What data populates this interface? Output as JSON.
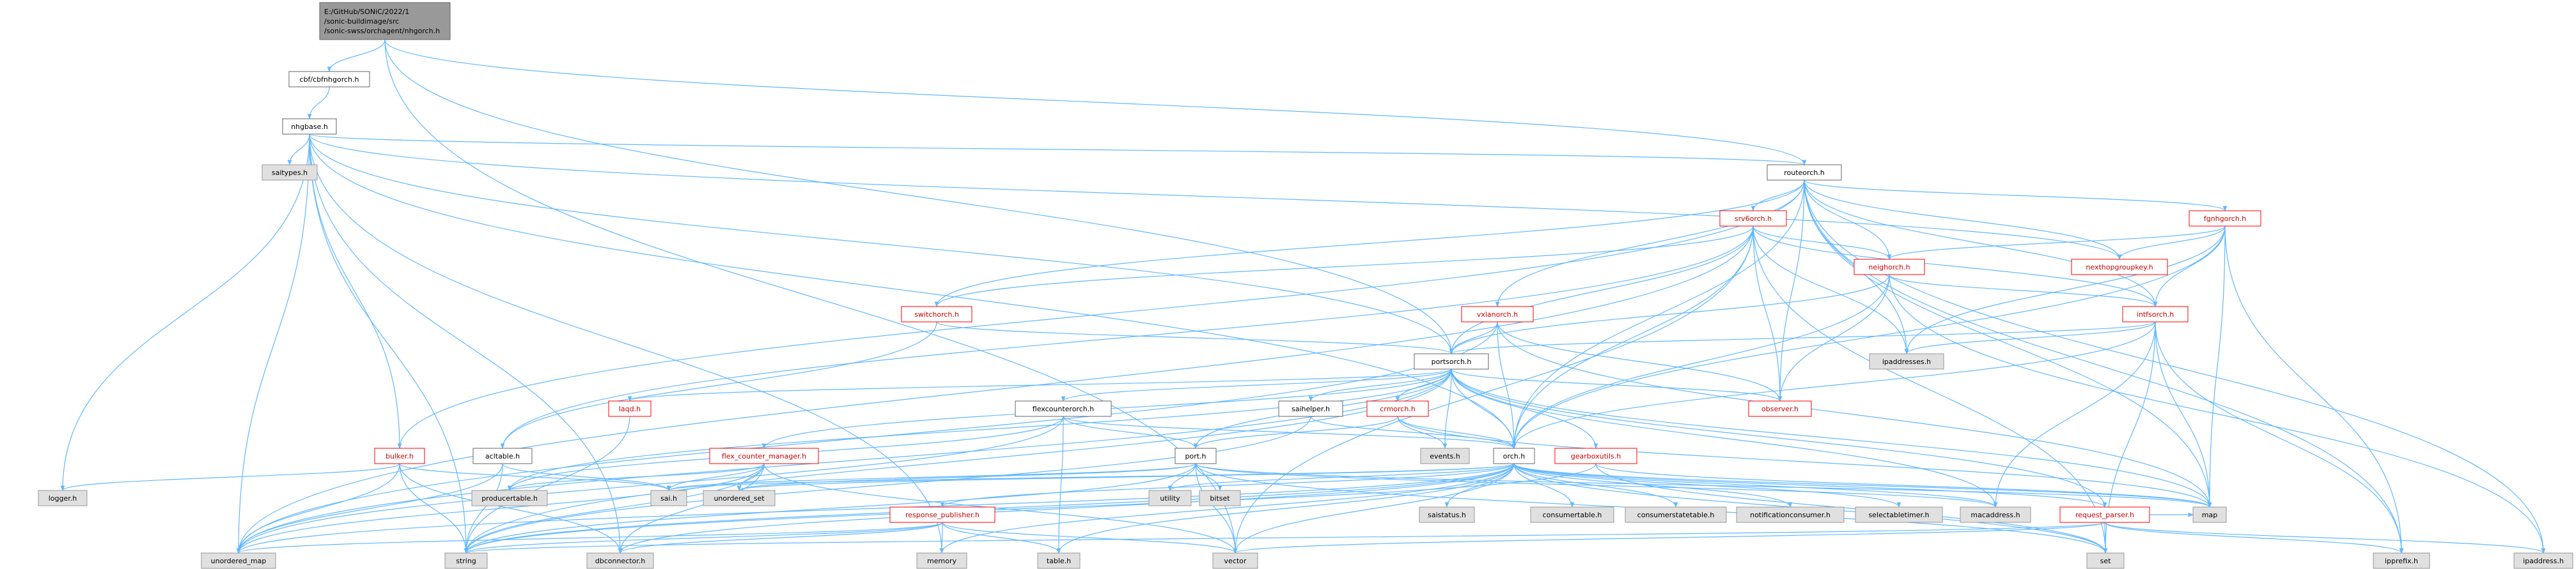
{
  "graph": {
    "root": [
      "E:/GitHub/SONiC/2022/1",
      "/sonic-buildimage/src",
      "/sonic-swss/orchagent/nhgorch.h"
    ],
    "nodes": {
      "cbf_cbfnhgorch": "cbf/cbfnhgorch.h",
      "nhgbase": "nhgbase.h",
      "saitypes": "saitypes.h",
      "logger": "logger.h",
      "unordered_map": "unordered_map",
      "string": "string",
      "dbconnector": "dbconnector.h",
      "memory": "memory",
      "table": "table.h",
      "vector": "vector",
      "set": "set",
      "routeorch": "routeorch.h",
      "srv6orch": "srv6orch.h",
      "fgnhgorch": "fgnhgorch.h",
      "nexthopgroupkey": "nexthopgroupkey.h",
      "neighorch": "neighorch.h",
      "intfsorch": "intfsorch.h",
      "ipaddresses": "ipaddresses.h",
      "switchorch": "switchorch.h",
      "vxlanorch": "vxlanorch.h",
      "portsorch": "portsorch.h",
      "observer": "observer.h",
      "laqd": "laqd.h",
      "acltable": "acltable.h",
      "bulker": "bulker.h",
      "flexcounterorch": "flexcounterorch.h",
      "saihelper": "saihelper.h",
      "crmorch": "crmorch.h",
      "flex_counter_manager": "flex_counter_manager.h",
      "port": "port.h",
      "events": "events.h",
      "orch": "orch.h",
      "gearboxutils": "gearboxutils.h",
      "sai": "sai.h",
      "producertable": "producertable.h",
      "unordered_set": "unordered_set",
      "utility": "utility",
      "bitset": "bitset",
      "response_publisher": "response_publisher.h",
      "saistatus": "saistatus.h",
      "consumertable": "consumertable.h",
      "consumerstatetable": "consumerstatetable.h",
      "notificationconsumer": "notificationconsumer.h",
      "selectabletimer": "selectabletimer.h",
      "macaddress": "macaddress.h",
      "request_parser": "request_parser.h",
      "map": "map",
      "ipprefix": "ipprefix.h",
      "ipaddress": "ipaddress.h"
    }
  }
}
